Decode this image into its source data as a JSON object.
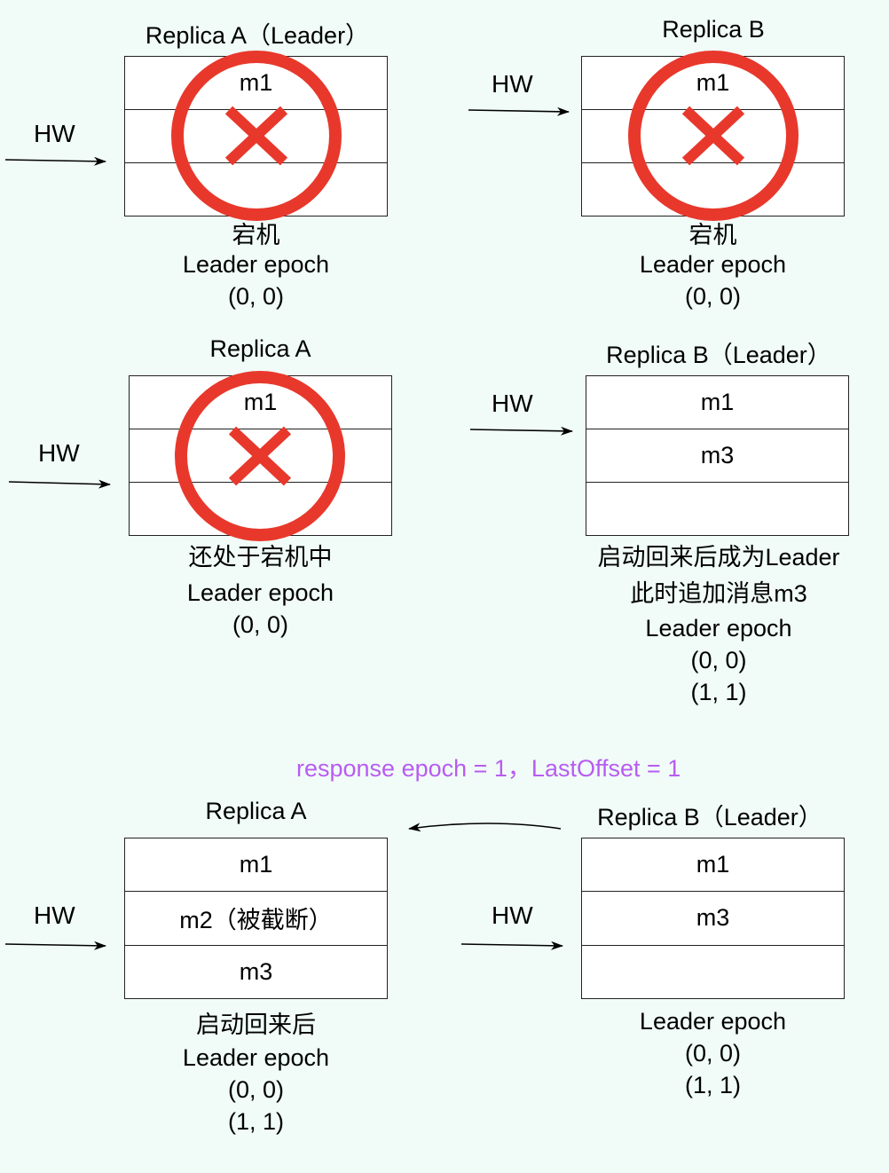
{
  "colors": {
    "background": "#f1fcf8",
    "failure_mark": "#e8382c",
    "note": "#b85cf2"
  },
  "hw_label": "HW",
  "row1": {
    "replica_a": {
      "title": "Replica A（Leader）",
      "cells": [
        "m1",
        "",
        "",
        ""
      ],
      "caption": [
        "宕机",
        "Leader epoch",
        "(0, 0)"
      ]
    },
    "replica_b": {
      "title": "Replica B",
      "cells": [
        "m1",
        "",
        "",
        ""
      ],
      "caption": [
        "宕机",
        "Leader epoch",
        "(0, 0)"
      ]
    }
  },
  "row2": {
    "replica_a": {
      "title": "Replica A",
      "cells": [
        "m1",
        "",
        ""
      ],
      "caption": [
        "还处于宕机中",
        "Leader epoch",
        "(0, 0)"
      ]
    },
    "replica_b": {
      "title": "Replica B（Leader）",
      "cells": [
        "m1",
        "m3",
        ""
      ],
      "caption": [
        "启动回来后成为Leader",
        "此时追加消息m3",
        "Leader epoch",
        "(0, 0)",
        "(1, 1)"
      ]
    }
  },
  "row3": {
    "note": "response epoch = 1，LastOffset = 1",
    "replica_a": {
      "title": "Replica A",
      "cells": [
        "m1",
        "m2（被截断）",
        "m3"
      ],
      "caption": [
        "启动回来后",
        "Leader epoch",
        "(0, 0)",
        "(1, 1)"
      ]
    },
    "replica_b": {
      "title": "Replica B（Leader）",
      "cells": [
        "m1",
        "m3",
        ""
      ],
      "caption": [
        "Leader epoch",
        "(0, 0)",
        "(1, 1)"
      ]
    }
  }
}
